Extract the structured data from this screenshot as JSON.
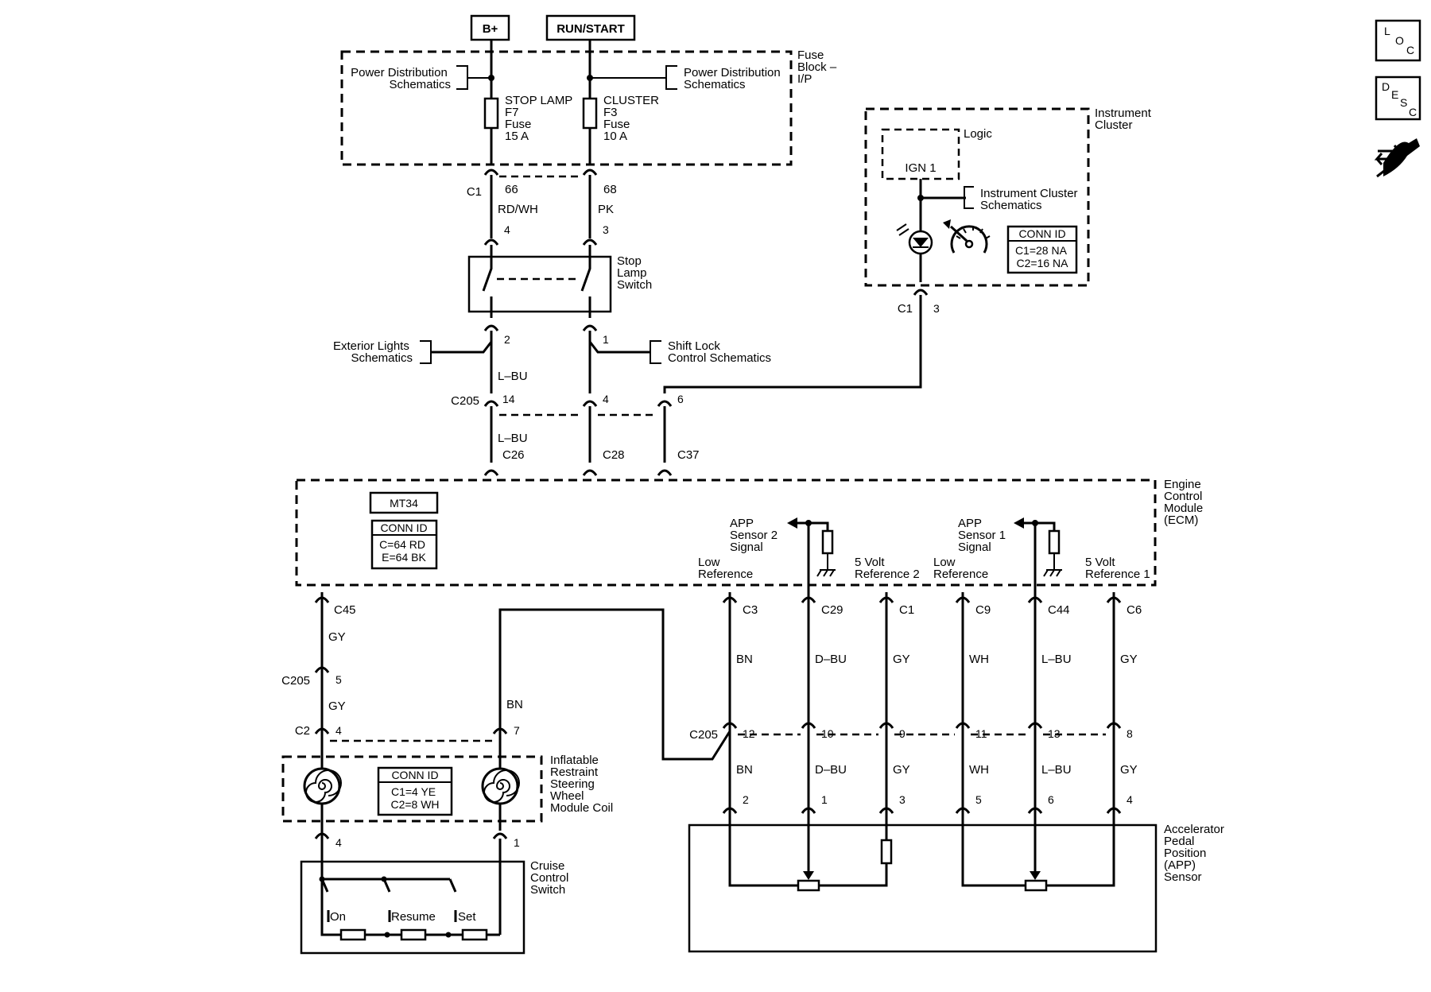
{
  "power": {
    "bplus": "B+",
    "runstart": "RUN/START"
  },
  "fuse_block": {
    "title": [
      "Fuse",
      "Block –",
      "I/P"
    ],
    "pds_left": [
      "Power Distribution",
      "Schematics"
    ],
    "pds_right": [
      "Power Distribution",
      "Schematics"
    ],
    "fuse_f7": [
      "STOP LAMP",
      "F7",
      "Fuse",
      "15 A"
    ],
    "fuse_f3": [
      "CLUSTER",
      "F3",
      "Fuse",
      "10 A"
    ]
  },
  "c1_top": {
    "connector": "C1",
    "pin_left": "66",
    "pin_right": "68",
    "wire_left": "RD/WH",
    "wire_right": "PK"
  },
  "stop_lamp_switch": {
    "title": [
      "Stop",
      "Lamp",
      "Switch"
    ],
    "pin_top_left": "4",
    "pin_top_right": "3",
    "pin_bot_left": "2",
    "pin_bot_right": "1",
    "exterior": [
      "Exterior Lights",
      "Schematics"
    ],
    "shift_lock": [
      "Shift Lock",
      "Control Schematics"
    ]
  },
  "c205_top": {
    "connector": "C205",
    "wire_above": "L–BU",
    "pins": [
      "14",
      "4",
      "6"
    ],
    "wire_below": "L–BU",
    "ecm_pins": [
      "C26",
      "C28",
      "C37"
    ]
  },
  "instrument_cluster": {
    "title": [
      "Instrument",
      "Cluster"
    ],
    "logic": "Logic",
    "ign": "IGN 1",
    "schematics": [
      "Instrument Cluster",
      "Schematics"
    ],
    "conn_id_title": "CONN ID",
    "conn_id": [
      "C1=28 NA",
      "C2=16 NA"
    ],
    "connector": "C1",
    "pin": "3"
  },
  "ecm": {
    "title": [
      "Engine",
      "Control",
      "Module",
      "(ECM)"
    ],
    "mt": "MT34",
    "conn_id_title": "CONN ID",
    "conn_id": [
      "C=64 RD",
      "E=64 BK"
    ],
    "app2_label": [
      "APP",
      "Sensor 2",
      "Signal"
    ],
    "app1_label": [
      "APP",
      "Sensor 1",
      "Signal"
    ],
    "low_ref_a": [
      "Low",
      "Reference"
    ],
    "five_volt_2": [
      "5 Volt",
      "Reference 2"
    ],
    "low_ref_b": [
      "Low",
      "Reference"
    ],
    "five_volt_1": [
      "5 Volt",
      "Reference 1"
    ],
    "c45": "C45"
  },
  "app_wires": {
    "pins_ecm": [
      "C3",
      "C29",
      "C1",
      "C9",
      "C44",
      "C6"
    ],
    "colors_upper": [
      "BN",
      "D–BU",
      "GY",
      "WH",
      "L–BU",
      "GY"
    ],
    "c205": "C205",
    "c205_pins": [
      "12",
      "10",
      "9",
      "11",
      "13",
      "8"
    ],
    "colors_lower": [
      "BN",
      "D–BU",
      "GY",
      "WH",
      "L–BU",
      "GY"
    ],
    "sensor_pins": [
      "2",
      "1",
      "3",
      "5",
      "6",
      "4"
    ]
  },
  "app_sensor": {
    "title": [
      "Accelerator",
      "Pedal",
      "Position",
      "(APP)",
      "Sensor"
    ]
  },
  "cruise_wiring": {
    "gy1": "GY",
    "c205": "C205",
    "c205_pin": "5",
    "gy2": "GY",
    "bn": "BN",
    "c2": "C2",
    "c2_pin_left": "4",
    "c2_pin_right": "7",
    "coil_title": [
      "Inflatable",
      "Restraint",
      "Steering",
      "Wheel",
      "Module Coil"
    ],
    "coil_conn_id_title": "CONN ID",
    "coil_conn_id": [
      "C1=4 YE",
      "C2=8 WH"
    ],
    "coil_pin_left": "4",
    "coil_pin_right": "1"
  },
  "cruise_switch": {
    "title": [
      "Cruise",
      "Control",
      "Switch"
    ],
    "on": "On",
    "resume": "Resume",
    "set": "Set"
  },
  "nav": {
    "loc": [
      "L",
      "O",
      "C"
    ],
    "desc": [
      "D",
      "E",
      "S",
      "C"
    ]
  }
}
